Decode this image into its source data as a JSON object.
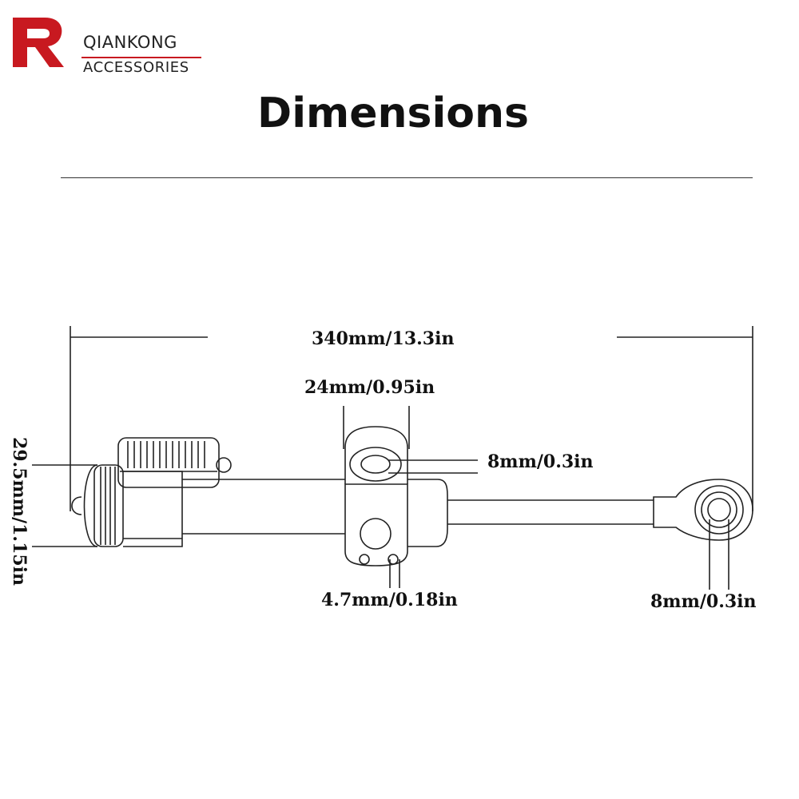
{
  "brand": {
    "line1": "QIANKONG",
    "line2": "ACCESSORIES",
    "logo_letter": "R",
    "accent_color": "#c81920"
  },
  "title": "Dimensions",
  "dimensions": {
    "overall_length": "340mm/13.3in",
    "clamp_width": "24mm/0.95in",
    "bore_diameter": "8mm/0.3in",
    "mount_hole": "4.7mm/0.18in",
    "rod_eye_diameter": "8mm/0.3in",
    "body_height": "29.5mm/1.15in"
  }
}
